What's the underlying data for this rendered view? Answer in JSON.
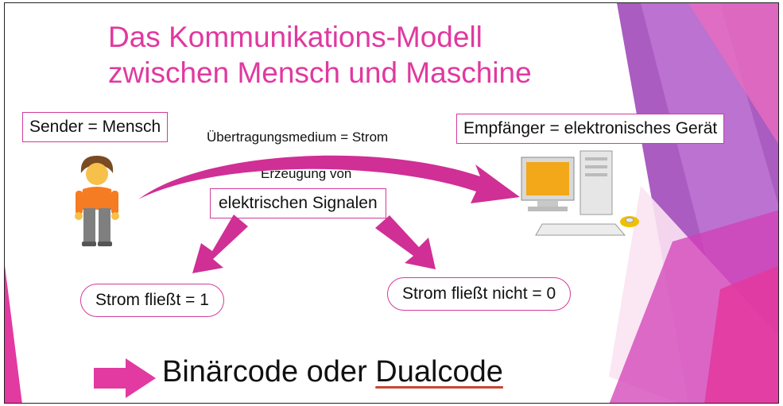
{
  "slide": {
    "title_line1": "Das Kommunikations-Modell",
    "title_line2": "zwischen Mensch und Maschine",
    "sender": "Sender = Mensch",
    "receiver": "Empfänger = elektronisches Gerät",
    "medium": "Übertragungsmedium = Strom",
    "creation": "Erzeugung von",
    "signals": "elektrischen Signalen",
    "current_flows": "Strom fließt = 1",
    "current_not_flows": "Strom fließt nicht = 0",
    "conclusion_part1": "Binärcode oder",
    "conclusion_part2": "Dualcode"
  },
  "icons": {
    "sender": "person-icon",
    "receiver": "desktop-computer-icon",
    "conclusion": "right-arrow-icon"
  },
  "colors": {
    "accent": "#e0399f",
    "arrow": "#d02f95",
    "decor_purple": "#9b3fb5",
    "decor_pink": "#e23aa0"
  }
}
